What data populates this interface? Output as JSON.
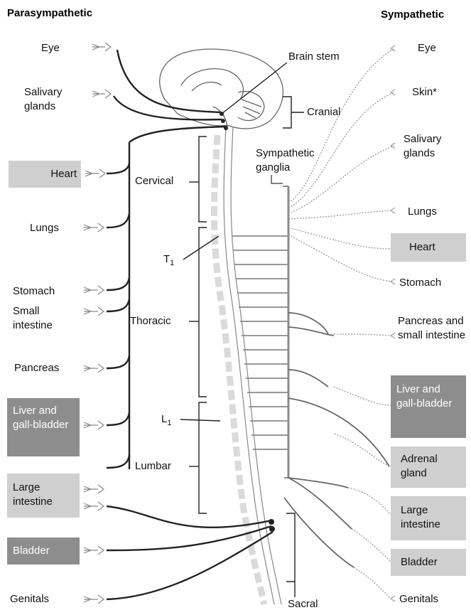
{
  "headers": {
    "parasympathetic": "Parasympathetic",
    "sympathetic": "Sympathetic"
  },
  "cns": {
    "brain_stem": "Brain stem",
    "cranial": "Cranial",
    "cervical": "Cervical",
    "t1": "T",
    "t1_sub": "1",
    "thoracic": "Thoracic",
    "l1": "L",
    "l1_sub": "1",
    "lumbar": "Lumbar",
    "sacral": "Sacral",
    "sympathetic_ganglia": "Sympathetic ganglia"
  },
  "parasympathetic_targets": [
    {
      "text": "Eye"
    },
    {
      "text": "Salivary glands"
    },
    {
      "text": "Heart"
    },
    {
      "text": "Lungs"
    },
    {
      "text": "Stomach"
    },
    {
      "text": "Small intestine"
    },
    {
      "text": "Pancreas"
    },
    {
      "text": "Liver and gall-bladder"
    },
    {
      "text": "Large intestine"
    },
    {
      "text": "Bladder"
    },
    {
      "text": "Genitals"
    }
  ],
  "sympathetic_targets": [
    {
      "text": "Eye"
    },
    {
      "text": "Skin*"
    },
    {
      "text": "Salivary glands"
    },
    {
      "text": "Lungs"
    },
    {
      "text": "Heart"
    },
    {
      "text": "Stomach"
    },
    {
      "text": "Pancreas and small intestine"
    },
    {
      "text": "Liver and gall-bladder"
    },
    {
      "text": "Adrenal gland"
    },
    {
      "text": "Large intestine"
    },
    {
      "text": "Bladder"
    },
    {
      "text": "Genitals"
    }
  ],
  "colors": {
    "nerve_para": "#222222",
    "nerve_symp": "#8a8a8a",
    "box_light": "#cfcfcf",
    "box_dark": "#8d8d8d"
  }
}
